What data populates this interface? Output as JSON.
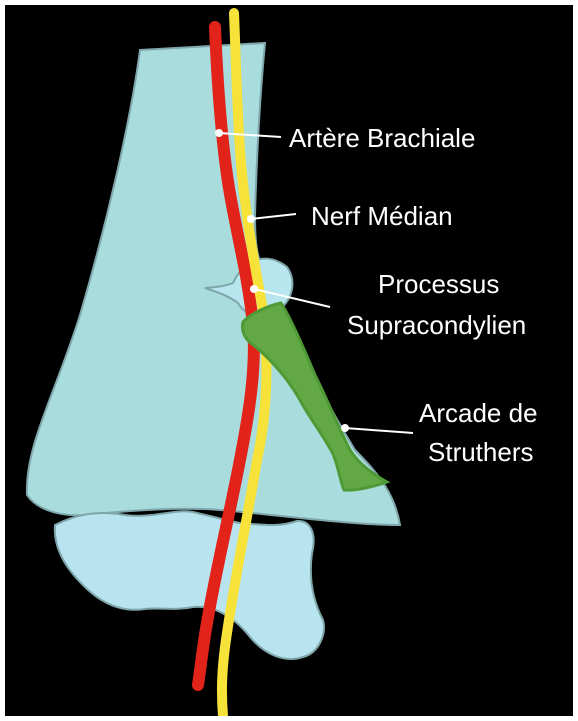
{
  "labels": {
    "brachial_artery": "Artère Brachiale",
    "median_nerve": "Nerf Médian",
    "supracondylar_process_line1": "Processus",
    "supracondylar_process_line2": "Supracondylien",
    "struthers_arcade_line1": "Arcade de",
    "struthers_arcade_line2": "Struthers"
  },
  "colors": {
    "background": "#000000",
    "bone_fill": "#a8dcdd",
    "bone_outline": "#7fa6aa",
    "condyle_fill": "#b7e4ef",
    "artery": "#e2231a",
    "nerve": "#f7e23a",
    "ligament_fill": "#62a845",
    "ligament_outline": "#4f9a36",
    "leader_lines": "#ffffff"
  }
}
